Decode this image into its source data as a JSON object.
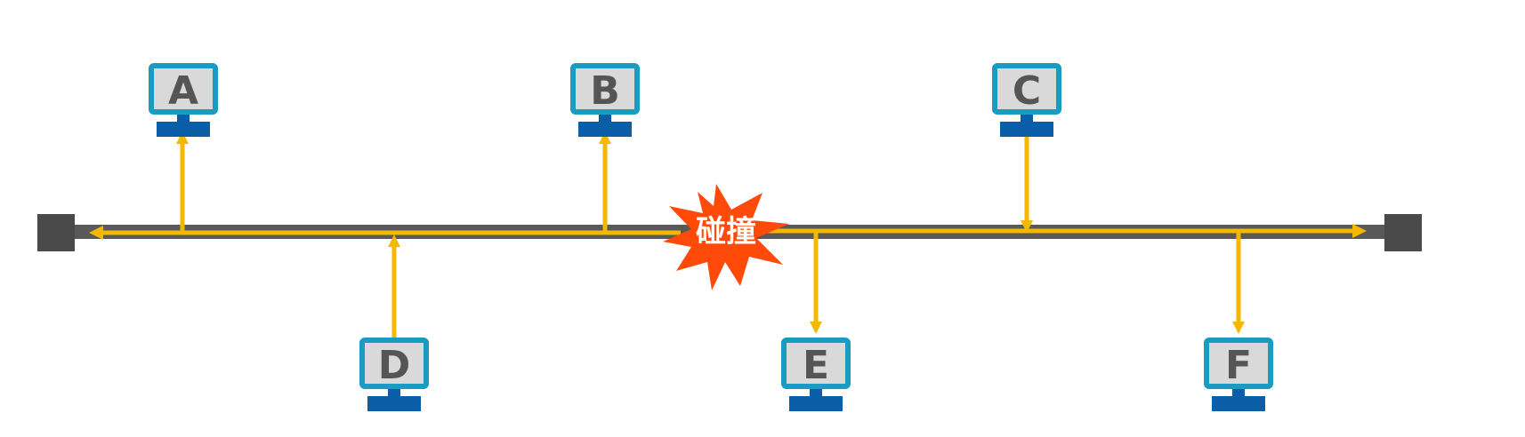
{
  "colors": {
    "bus": "#595959",
    "terminator": "#4a4a4a",
    "signal": "#f5b800",
    "monitor_frame": "#1a9cc0",
    "monitor_screen": "#d9d9d9",
    "monitor_stand": "#0a5ea8",
    "label_text": "#555555",
    "collision_fill": "#ff4a0a",
    "collision_text": "#ffffff"
  },
  "nodes": [
    {
      "id": "a",
      "label": "A",
      "side": "top"
    },
    {
      "id": "b",
      "label": "B",
      "side": "top"
    },
    {
      "id": "c",
      "label": "C",
      "side": "top"
    },
    {
      "id": "d",
      "label": "D",
      "side": "bottom"
    },
    {
      "id": "e",
      "label": "E",
      "side": "bottom"
    },
    {
      "id": "f",
      "label": "F",
      "side": "bottom"
    }
  ],
  "collision": {
    "label": "碰撞"
  },
  "icons": {
    "computer": "desktop-monitor-icon",
    "collision": "explosion-burst-icon",
    "terminator": "bus-terminator"
  }
}
